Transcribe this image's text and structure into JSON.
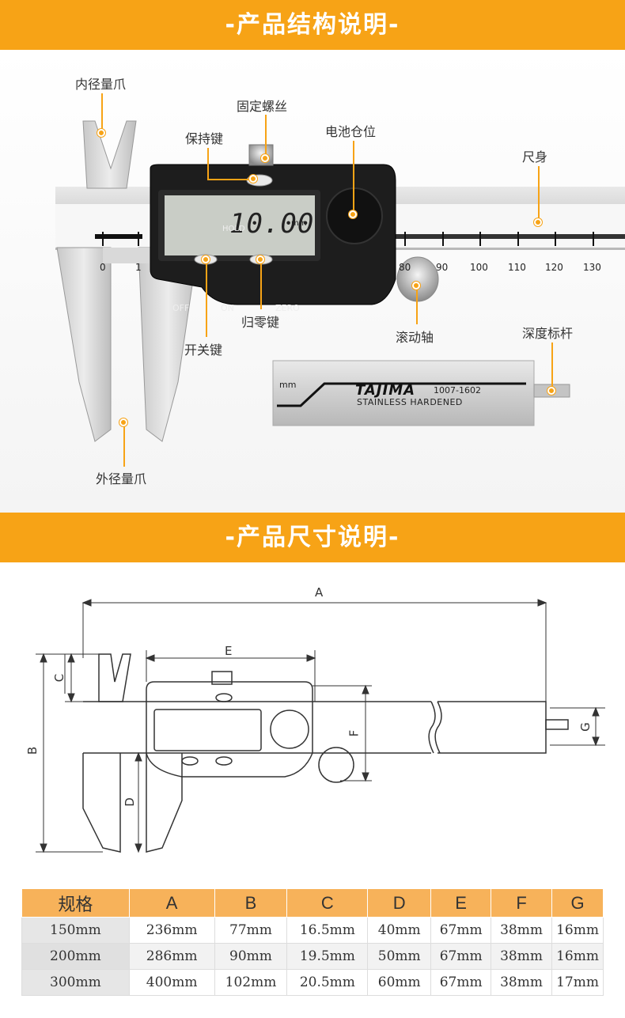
{
  "structure_title": "-产品结构说明-",
  "size_title": "-产品尺寸说明-",
  "callouts": {
    "inner_jaw": "内径量爪",
    "lock_screw": "固定螺丝",
    "hold_key": "保持键",
    "battery": "电池仓位",
    "ruler_body": "尺身",
    "zero_key": "归零键",
    "power_key": "开关键",
    "roller": "滚动轴",
    "depth_rod": "深度标杆",
    "outer_jaw": "外径量爪"
  },
  "caliper": {
    "display": "10.00",
    "display_unit": "mm",
    "hold_label": "HOLD",
    "off_label": "OFF",
    "on_label": "ON",
    "zero_label": "ZERO",
    "scale_left": [
      "0",
      "1"
    ],
    "scale_right": [
      "80",
      "90",
      "100",
      "110",
      "120",
      "130"
    ],
    "brand": "TAJIMA",
    "model": "1007-1602",
    "material": "STAINLESS HARDENED",
    "depth_unit": "mm"
  },
  "diagram_labels": {
    "A": "A",
    "B": "B",
    "C": "C",
    "D": "D",
    "E": "E",
    "F": "F",
    "G": "G"
  },
  "table": {
    "headers": [
      "规格",
      "A",
      "B",
      "C",
      "D",
      "E",
      "F",
      "G"
    ],
    "rows": [
      [
        "150mm",
        "236mm",
        "77mm",
        "16.5mm",
        "40mm",
        "67mm",
        "38mm",
        "16mm"
      ],
      [
        "200mm",
        "286mm",
        "90mm",
        "19.5mm",
        "50mm",
        "67mm",
        "38mm",
        "16mm"
      ],
      [
        "300mm",
        "400mm",
        "102mm",
        "20.5mm",
        "60mm",
        "67mm",
        "38mm",
        "17mm"
      ]
    ]
  }
}
